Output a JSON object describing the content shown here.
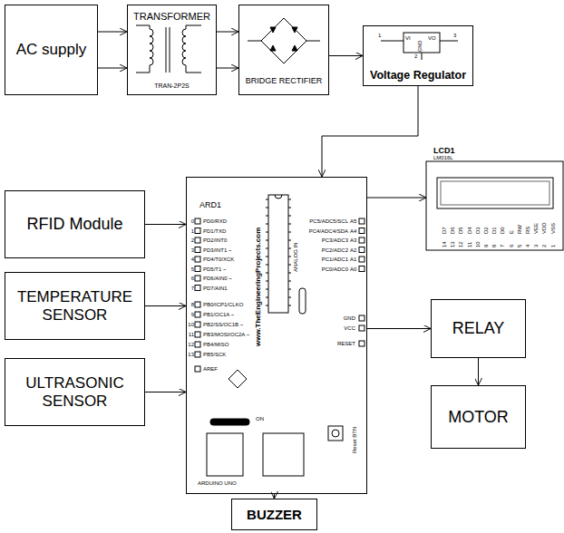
{
  "diagram": {
    "nodes": [
      {
        "text": [
          "AC supply"
        ]
      },
      {
        "text": [
          "TRANSFORMER",
          "TRAN-2P2S"
        ]
      },
      {
        "text": [
          "BRIDGE RECTIFIER"
        ]
      },
      {
        "text": [
          "Voltage Regulator"
        ]
      },
      {
        "text": [
          "RFID Module"
        ]
      },
      {
        "text": [
          "TEMPERATURE SENSOR"
        ]
      },
      {
        "text": [
          "ULTRASONIC SENSOR"
        ]
      },
      {
        "text": [
          "ARD1"
        ]
      },
      {
        "text": [
          "LCD1",
          "LM016L"
        ]
      },
      {
        "text": [
          "RELAY"
        ]
      },
      {
        "text": [
          "MOTOR"
        ]
      },
      {
        "text": [
          "BUZZER"
        ]
      }
    ],
    "edges": [
      {
        "from": 0,
        "to": 1,
        "arrow": "to"
      },
      {
        "from": 0,
        "to": 1,
        "arrow": "to"
      },
      {
        "from": 1,
        "to": 2,
        "arrow": "to"
      },
      {
        "from": 1,
        "to": 2,
        "arrow": "to"
      },
      {
        "from": 2,
        "to": 3,
        "arrow": "to"
      },
      {
        "from": 3,
        "to": 7,
        "arrow": "to"
      },
      {
        "from": 4,
        "to": 7,
        "arrow": "to"
      },
      {
        "from": 5,
        "to": 7,
        "arrow": "to"
      },
      {
        "from": 6,
        "to": 7,
        "arrow": "to"
      },
      {
        "from": 7,
        "to": 8,
        "arrow": "to"
      },
      {
        "from": 7,
        "to": 9,
        "arrow": "to"
      },
      {
        "from": 9,
        "to": 10,
        "arrow": "to"
      },
      {
        "from": 7,
        "to": 11,
        "arrow": "to"
      }
    ],
    "labels": [
      "1",
      "VI",
      "VO",
      "3",
      "GND",
      "2",
      "0",
      "PD0/RXD",
      "1",
      "PD1/TXD",
      "2",
      "PD2/INT0",
      "3",
      "PD3/INT1 ~",
      "4",
      "PD4/T0/XCK",
      "5",
      "PD5/T1 ~",
      "6",
      "PD6/AIN0 ~",
      "7",
      "PD7/AIN1",
      "8",
      "PB0/ICP1/CLKO",
      "9",
      "PB1/OC1A ~",
      "10",
      "PB2/SS/OC1B ~",
      "11",
      "PB3/MOSI/OC2A ~",
      "12",
      "PB4/MISO",
      "13",
      "PB5/SCK",
      "AREF",
      "PC5/ADC5/SCL",
      "A5",
      "PC4/ADC4/SDA",
      "A4",
      "PC3/ADC3",
      "A3",
      "PC2/ADC2",
      "A2",
      "PC1/ADC1",
      "A1",
      "PC0/ADC0",
      "A0",
      "ANALOG IN",
      "www.TheEngineeringProjects.com",
      "GND",
      "VCC",
      "RESET",
      "ON",
      "Reset BTN",
      "ARDUINO UNO",
      "D7",
      "D6",
      "D5",
      "D4",
      "D3",
      "D2",
      "D1",
      "D0",
      "E",
      "RW",
      "RS",
      "VEE",
      "VDD",
      "VSS",
      "14",
      "13",
      "12",
      "11",
      "10",
      "9",
      "8",
      "7",
      "6",
      "5",
      "4",
      "3",
      "2",
      "1"
    ]
  }
}
